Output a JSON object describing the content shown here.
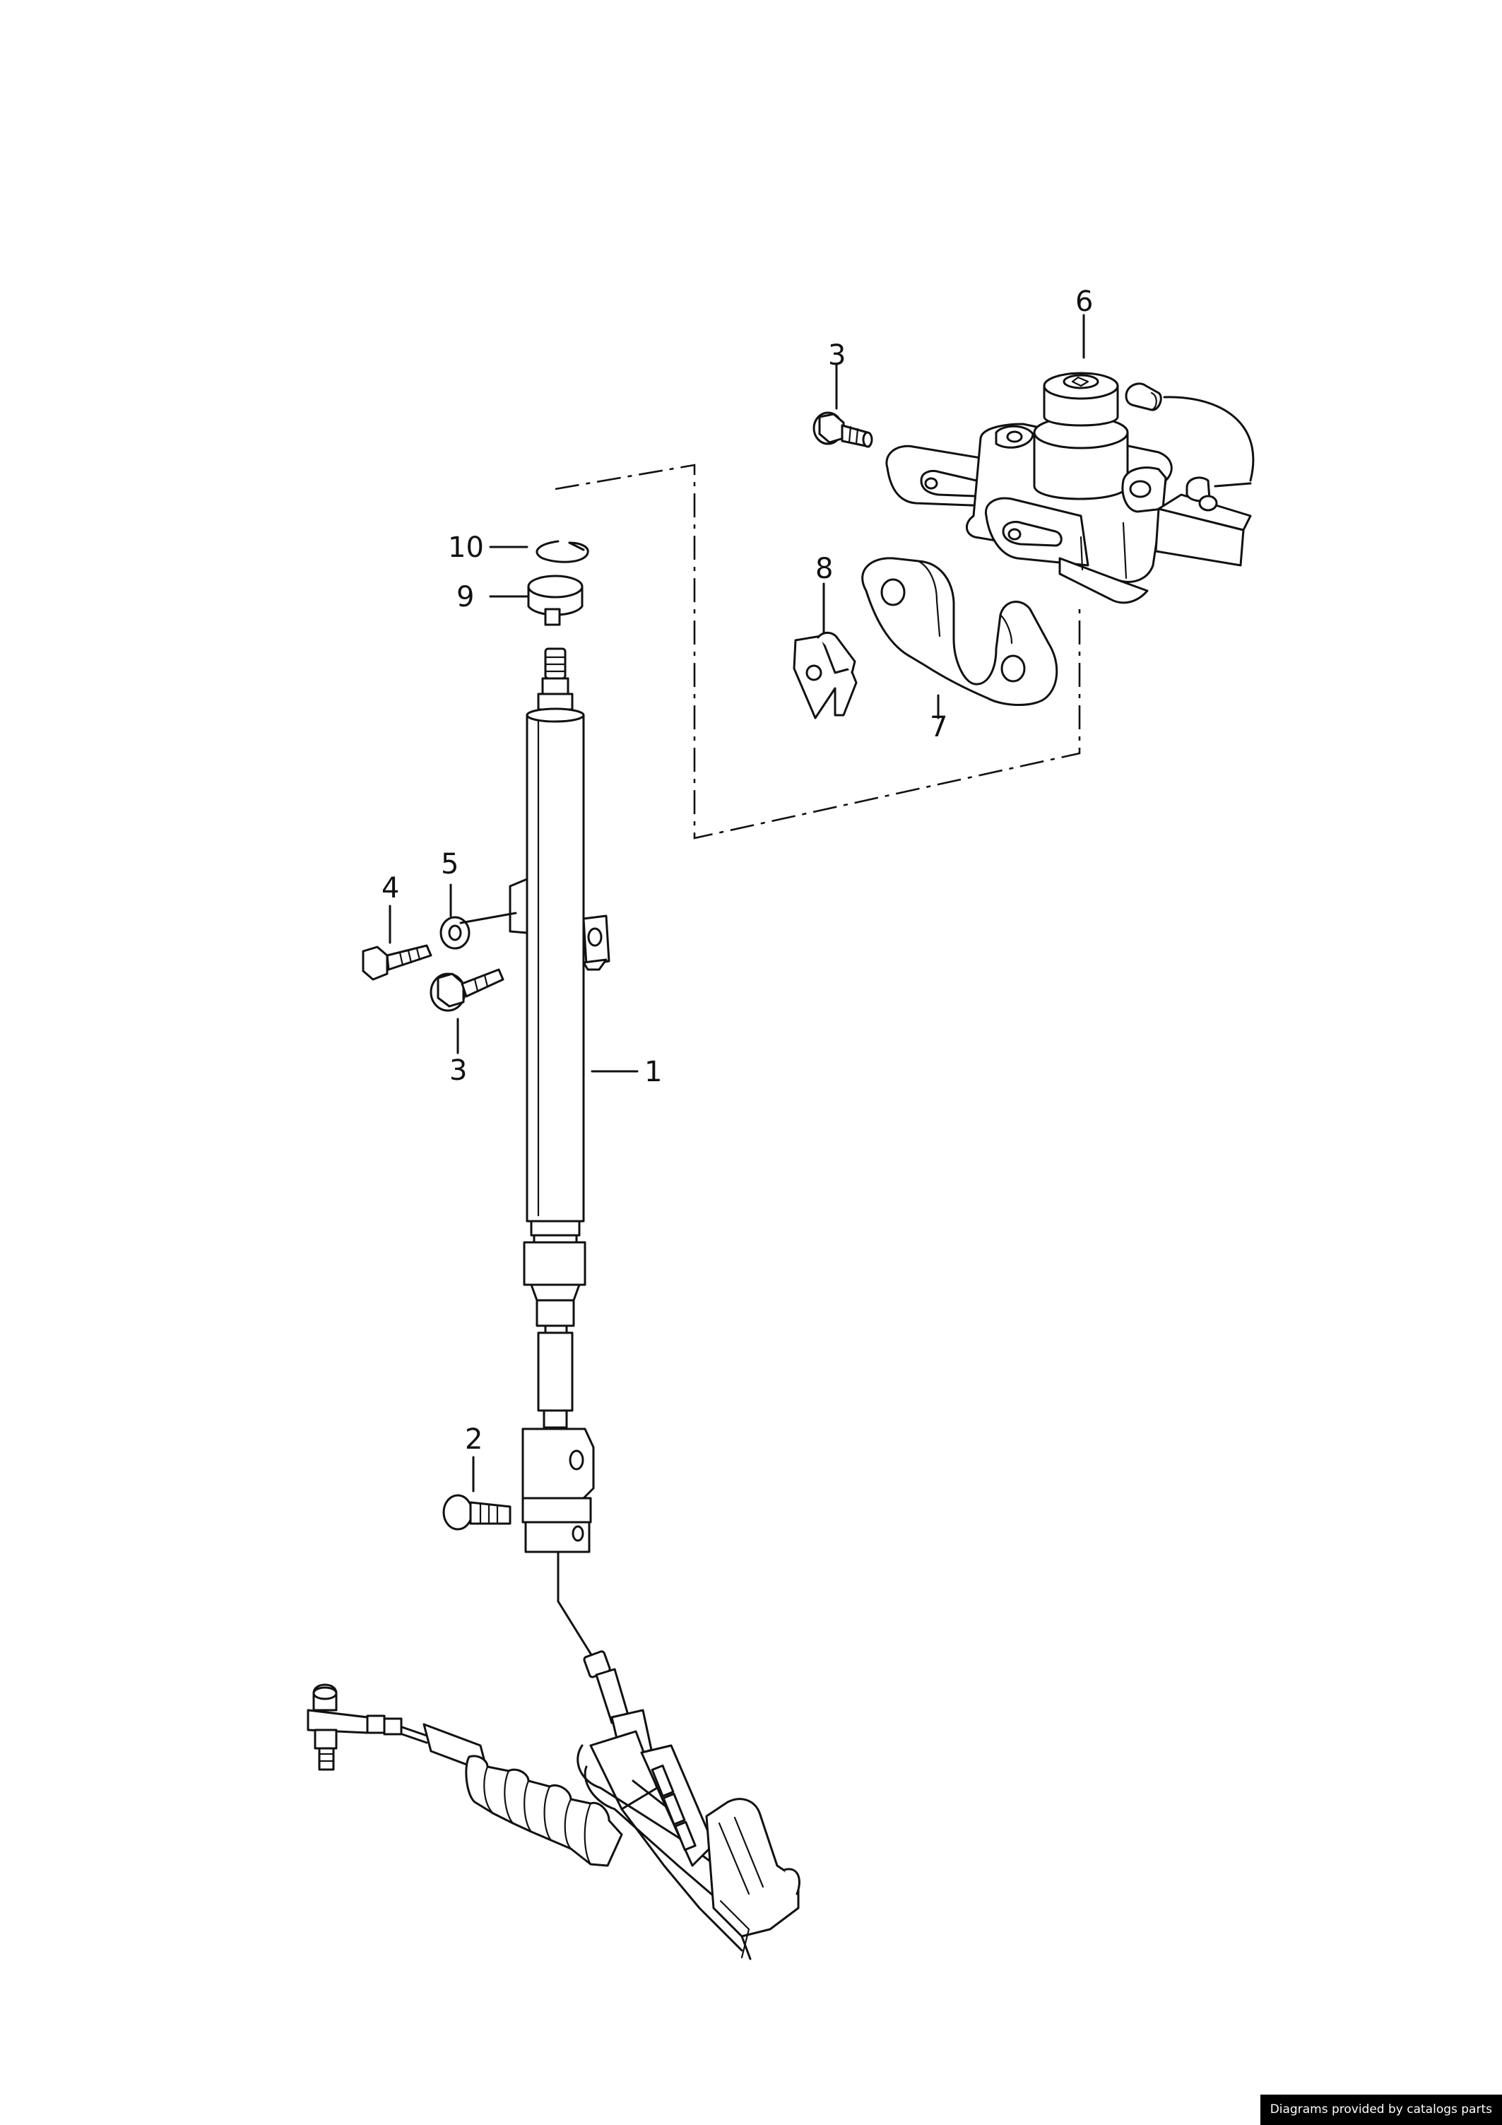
{
  "callouts": {
    "c1": "1",
    "c2": "2",
    "c3a": "3",
    "c3b": "3",
    "c4": "4",
    "c5": "5",
    "c6": "6",
    "c7": "7",
    "c8": "8",
    "c9": "9",
    "c10": "10"
  },
  "footer": {
    "credit": "Diagrams provided by catalogs parts"
  }
}
